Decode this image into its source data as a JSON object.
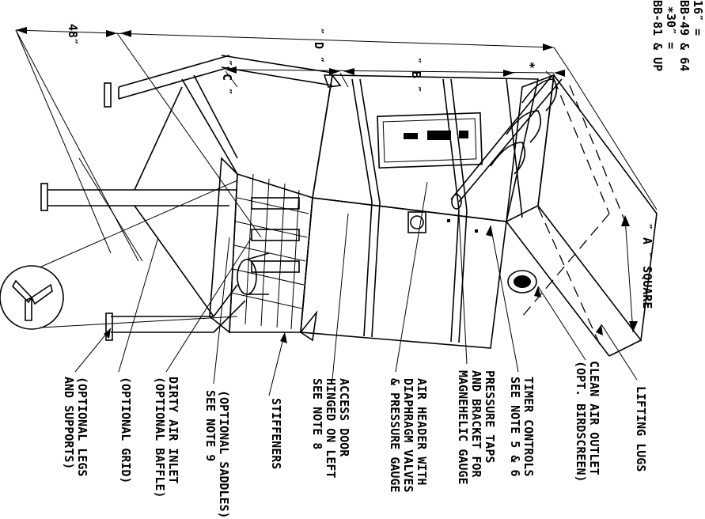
{
  "dimensions": {
    "width_48": "48″",
    "d": "″ D ″",
    "c": "″ C ″",
    "b": "″ B ″",
    "star": "∗",
    "a_square": "″ A ″  SQUARE"
  },
  "star_note": {
    "line1": "16″ =",
    "line2": "BB-49 & 64",
    "line3": "∗30″ =",
    "line4": "BB-81 & UP"
  },
  "callouts": [
    {
      "line1": "LIFTING LUGS",
      "line2": ""
    },
    {
      "line1": "CLEAN AIR OUTLET",
      "line2": "(OPT. BIRDSCREEN)"
    },
    {
      "line1": "TIMER CONTROLS",
      "line2": "SEE NOTE 5 & 6"
    },
    {
      "line1": "PRESSURE TAPS",
      "line2": "AND BRACKET FOR",
      "line3": "MAGNEHELIC GAUGE"
    },
    {
      "line1": "AIR HEADER WITH",
      "line2": "DIAPHRAGM VALVES",
      "line3": "& PRESSURE GAUGE"
    },
    {
      "line1": "ACCESS DOOR",
      "line2": "HINGED ON LEFT",
      "line3": "SEE NOTE 8"
    },
    {
      "line1": "STIFFENERS",
      "line2": ""
    },
    {
      "line1": "(OPTIONAL SADDLES)",
      "line2": "SEE NOTE 9"
    },
    {
      "line1": "DIRTY AIR INLET",
      "line2": "(OPTIONAL BAFFLE)"
    },
    {
      "line1": "(OPTIONAL GRID)",
      "line2": ""
    },
    {
      "line1": "(OPTIONAL LEGS",
      "line2": "AND SUPPORTS)"
    }
  ]
}
